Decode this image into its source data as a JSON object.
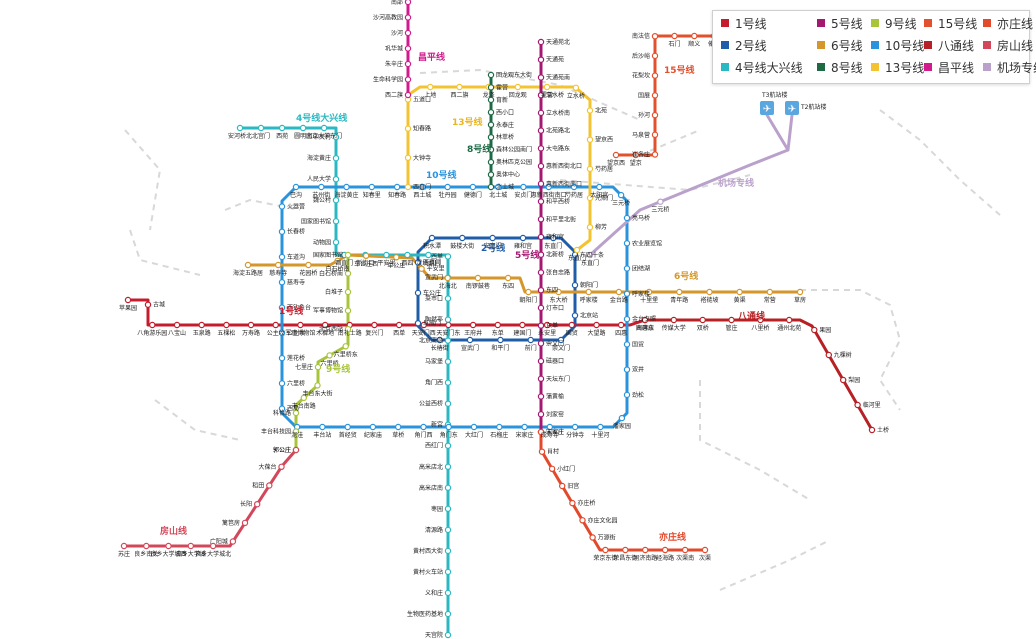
{
  "legend": [
    {
      "label": "1号线",
      "color": "#c41c2d"
    },
    {
      "label": "5号线",
      "color": "#a4186f"
    },
    {
      "label": "9号线",
      "color": "#a7c43a"
    },
    {
      "label": "15号线",
      "color": "#e2502d"
    },
    {
      "label": "亦庄线",
      "color": "#e3492b"
    },
    {
      "label": "2号线",
      "color": "#1f5da8"
    },
    {
      "label": "6号线",
      "color": "#d5962a"
    },
    {
      "label": "10号线",
      "color": "#2993dc"
    },
    {
      "label": "八通线",
      "color": "#b72025"
    },
    {
      "label": "房山线",
      "color": "#d2485a"
    },
    {
      "label": "4号线大兴线",
      "color": "#2ab9c2"
    },
    {
      "label": "8号线",
      "color": "#1d6a45"
    },
    {
      "label": "13号线",
      "color": "#f3c331"
    },
    {
      "label": "昌平线",
      "color": "#d01a8d"
    },
    {
      "label": "机场专线",
      "color": "#b9a1cb"
    }
  ],
  "line_labels": {
    "changping": "昌平线",
    "l15": "15号线",
    "l13": "13号线",
    "l8": "8号线",
    "l4": "4号线大兴线",
    "l10": "10号线",
    "l2": "2号线",
    "l5": "5号线",
    "l6": "6号线",
    "l1": "1号线",
    "batong": "八通线",
    "l9": "9号线",
    "fangshan": "房山线",
    "yizhuang": "亦庄线",
    "airport": "机场专线",
    "t3": "T3航站楼",
    "t2": "T2航站楼"
  },
  "stations": {
    "l1": [
      "苹果园",
      "古城",
      "八角游乐园",
      "八宝山",
      "玉泉路",
      "五棵松",
      "万寿路",
      "公主坟",
      "军事博物馆",
      "木樨地",
      "南礼士路",
      "复兴门",
      "西单",
      "天安门西",
      "天安门东",
      "王府井",
      "东单",
      "建国门",
      "永安里",
      "国贸",
      "大望路",
      "四惠",
      "四惠东"
    ],
    "batong": [
      "高碑店",
      "传媒大学",
      "双桥",
      "管庄",
      "八里桥",
      "通州北苑",
      "果园",
      "九棵树",
      "梨园",
      "临河里",
      "土桥"
    ],
    "l2": [
      "积水潭",
      "鼓楼大街",
      "安定门",
      "雍和宫",
      "东直门",
      "东四十条",
      "朝阳门",
      "北京站",
      "崇文门",
      "前门",
      "和平门",
      "宣武门",
      "长椿街",
      "阜成门",
      "车公庄",
      "西直门"
    ],
    "l5": [
      "天通苑北",
      "天通苑",
      "天通苑南",
      "立水桥",
      "立水桥南",
      "北苑路北",
      "大屯路东",
      "惠新西街北口",
      "惠新西街南口",
      "和平西桥",
      "和平里北街",
      "雍和宫",
      "北新桥",
      "张自忠路",
      "东四",
      "灯市口",
      "东单",
      "崇文门",
      "磁器口",
      "天坛东门",
      "蒲黄榆",
      "刘家窑",
      "宋家庄"
    ],
    "l4": [
      "安河桥北",
      "北宫门",
      "西苑",
      "圆明园",
      "北京大学东门",
      "中关村",
      "海淀黄庄",
      "人民大学",
      "魏公村",
      "国家图书馆",
      "动物园",
      "西直门",
      "新街口",
      "平安里",
      "西四",
      "灵境胡同",
      "西单",
      "宣武门",
      "菜市口",
      "陶然亭",
      "北京南站",
      "马家堡",
      "角门西",
      "公益西桥",
      "新宫",
      "西红门",
      "高米店北",
      "高米店南",
      "枣园",
      "清源路",
      "黄村西大街",
      "黄村火车站",
      "义和庄",
      "生物医药基地",
      "天宫院"
    ],
    "l10": [
      "巴沟",
      "苏州街",
      "海淀黄庄",
      "知春里",
      "知春路",
      "西土城",
      "牡丹园",
      "健德门",
      "北土城",
      "安贞门",
      "惠新西街南口",
      "芍药居",
      "太阳宫",
      "三元桥",
      "亮马桥",
      "农业展览馆",
      "团结湖",
      "呼家楼",
      "金台夕照",
      "国贸",
      "双井",
      "劲松",
      "潘家园",
      "十里河",
      "分钟寺",
      "成寿寺",
      "宋家庄",
      "石榴庄",
      "大红门",
      "角门东",
      "角门西",
      "草桥",
      "纪家庙",
      "首经贸",
      "丰台站",
      "泥洼",
      "西局",
      "六里桥",
      "莲花桥",
      "公主坟",
      "西钓鱼台",
      "慈寿寺",
      "车道沟",
      "长春桥",
      "火器营"
    ],
    "l13": [
      "西直门",
      "大钟寺",
      "知春路",
      "五道口",
      "上地",
      "西二旗",
      "龙泽",
      "回龙观",
      "霍营",
      "立水桥",
      "北苑",
      "望京西",
      "芍药居",
      "光熙门",
      "柳芳",
      "东直门"
    ],
    "l8": [
      "回龙观东大街",
      "霍营",
      "育新",
      "西小口",
      "永泰庄",
      "林萃桥",
      "森林公园南门",
      "奥林匹克公园",
      "奥体中心",
      "北土城"
    ],
    "l6": [
      "海淀五路居",
      "慈寿寺",
      "花园桥",
      "白石桥南",
      "车公庄西",
      "车公庄",
      "平安里",
      "北海北",
      "南锣鼓巷",
      "东四",
      "朝阳门",
      "东大桥",
      "呼家楼",
      "金台路",
      "十里堡",
      "青年路",
      "褡裢坡",
      "黄渠",
      "常营",
      "草房"
    ],
    "l9": [
      "国家图书馆",
      "白石桥南",
      "白堆子",
      "军事博物馆",
      "北京西站",
      "六里桥东",
      "六里桥",
      "七里庄",
      "丰台东大街",
      "丰台南路",
      "科怡路",
      "丰台科技园",
      "郭公庄"
    ],
    "l15": [
      "望京西",
      "望京",
      "崔各庄",
      "马泉营",
      "孙河",
      "国展",
      "花梨坎",
      "后沙峪",
      "南法信",
      "石门",
      "顺义",
      "俸伯"
    ],
    "changping": [
      "西二旗",
      "生命科学园",
      "朱辛庄",
      "巩华城",
      "沙河",
      "沙河高教园",
      "南邵"
    ],
    "fangshan": [
      "郭公庄",
      "大葆台",
      "稻田",
      "长阳",
      "篱笆房",
      "广阳城",
      "良乡大学城北",
      "良乡大学城",
      "良乡大学城西",
      "良乡南关",
      "苏庄"
    ],
    "yizhuang": [
      "宋家庄",
      "肖村",
      "小红门",
      "旧宫",
      "亦庄桥",
      "亦庄文化园",
      "万源街",
      "荣京东街",
      "荣昌东街",
      "同济南路",
      "经海路",
      "次渠南",
      "次渠"
    ],
    "airport": [
      "东直门",
      "三元桥",
      "T3航站楼",
      "T2航站楼"
    ]
  }
}
